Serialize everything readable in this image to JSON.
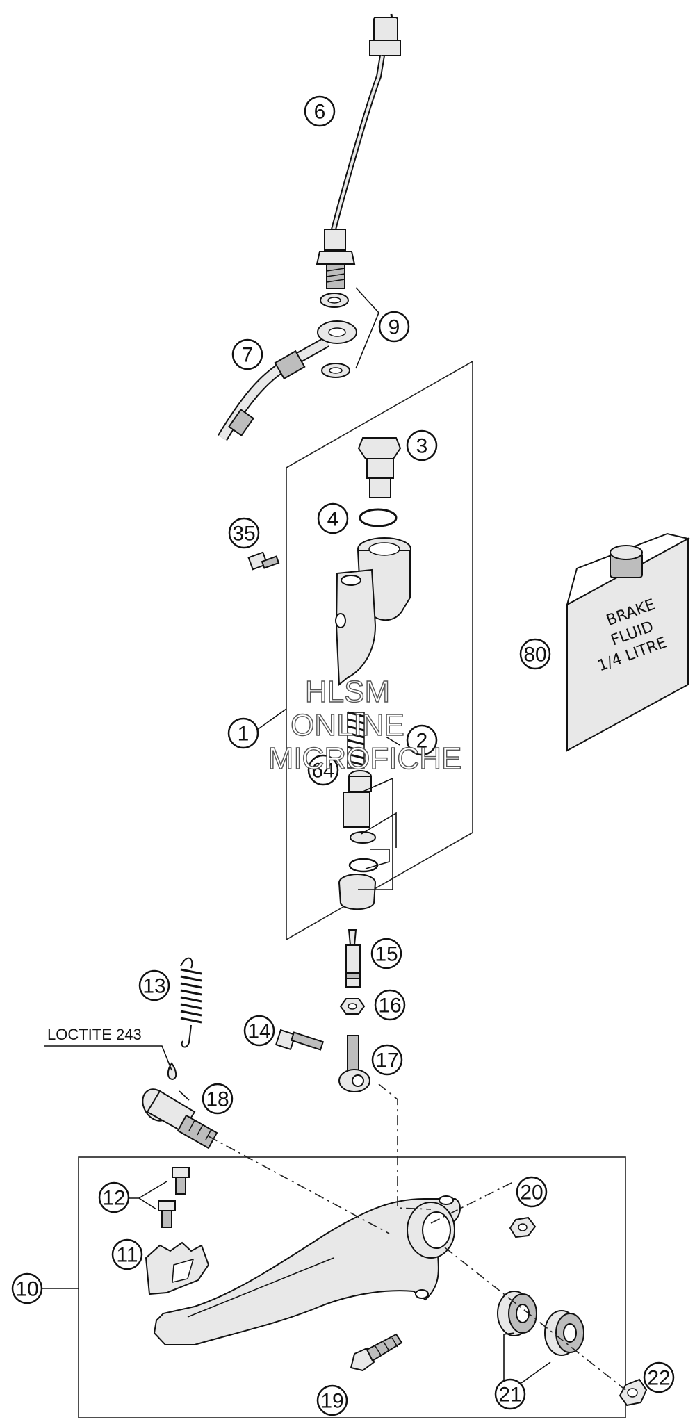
{
  "callouts": {
    "c1": "1",
    "c2": "2",
    "c3": "3",
    "c4": "4",
    "c6": "6",
    "c7": "7",
    "c9": "9",
    "c10": "10",
    "c11": "11",
    "c12": "12",
    "c13": "13",
    "c14": "14",
    "c15": "15",
    "c16": "16",
    "c17": "17",
    "c18": "18",
    "c19": "19",
    "c20": "20",
    "c21": "21",
    "c22": "22",
    "c35": "35",
    "c64": "64",
    "c80": "80"
  },
  "note": {
    "loctite": "LOCTITE 243"
  },
  "can_label": {
    "line1": "BRAKE",
    "line2": "FLUID",
    "line3": "1/4 LITRE"
  },
  "watermark": {
    "line1": "HLSM",
    "line2": "ONLINE",
    "line3": "MICROFICHE"
  }
}
